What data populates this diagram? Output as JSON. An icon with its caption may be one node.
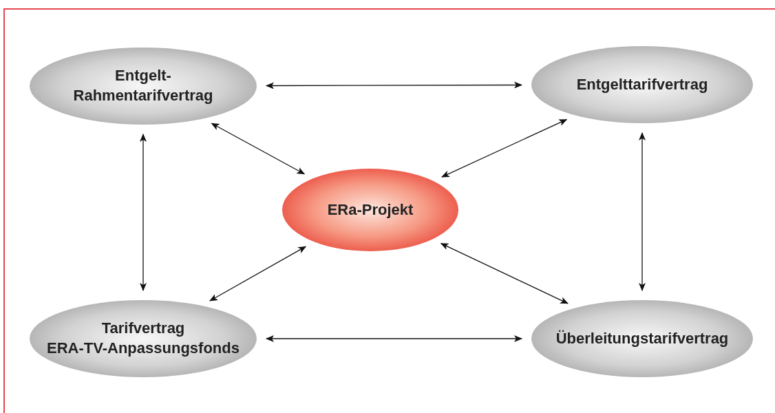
{
  "diagram": {
    "nodes": [
      {
        "text": [
          "Entgelt- Rahmentarifvertrag"
        ]
      },
      {
        "text": [
          "Entgelttarifvertrag"
        ]
      },
      {
        "text": [
          "ERa-Projekt"
        ]
      },
      {
        "text": [
          "Tarifvertrag ERA-TV-Anpassungsfonds"
        ]
      },
      {
        "text": [
          "Überleitungstarifvertrag"
        ]
      }
    ],
    "edges": [
      {
        "from": 0,
        "to": 1,
        "arrow": "both"
      },
      {
        "from": 0,
        "to": 2,
        "arrow": "both"
      },
      {
        "from": 1,
        "to": 2,
        "arrow": "both"
      },
      {
        "from": 0,
        "to": 3,
        "arrow": "both"
      },
      {
        "from": 1,
        "to": 4,
        "arrow": "both"
      },
      {
        "from": 2,
        "to": 3,
        "arrow": "both"
      },
      {
        "from": 2,
        "to": 4,
        "arrow": "both"
      },
      {
        "from": 3,
        "to": 4,
        "arrow": "both"
      }
    ]
  }
}
